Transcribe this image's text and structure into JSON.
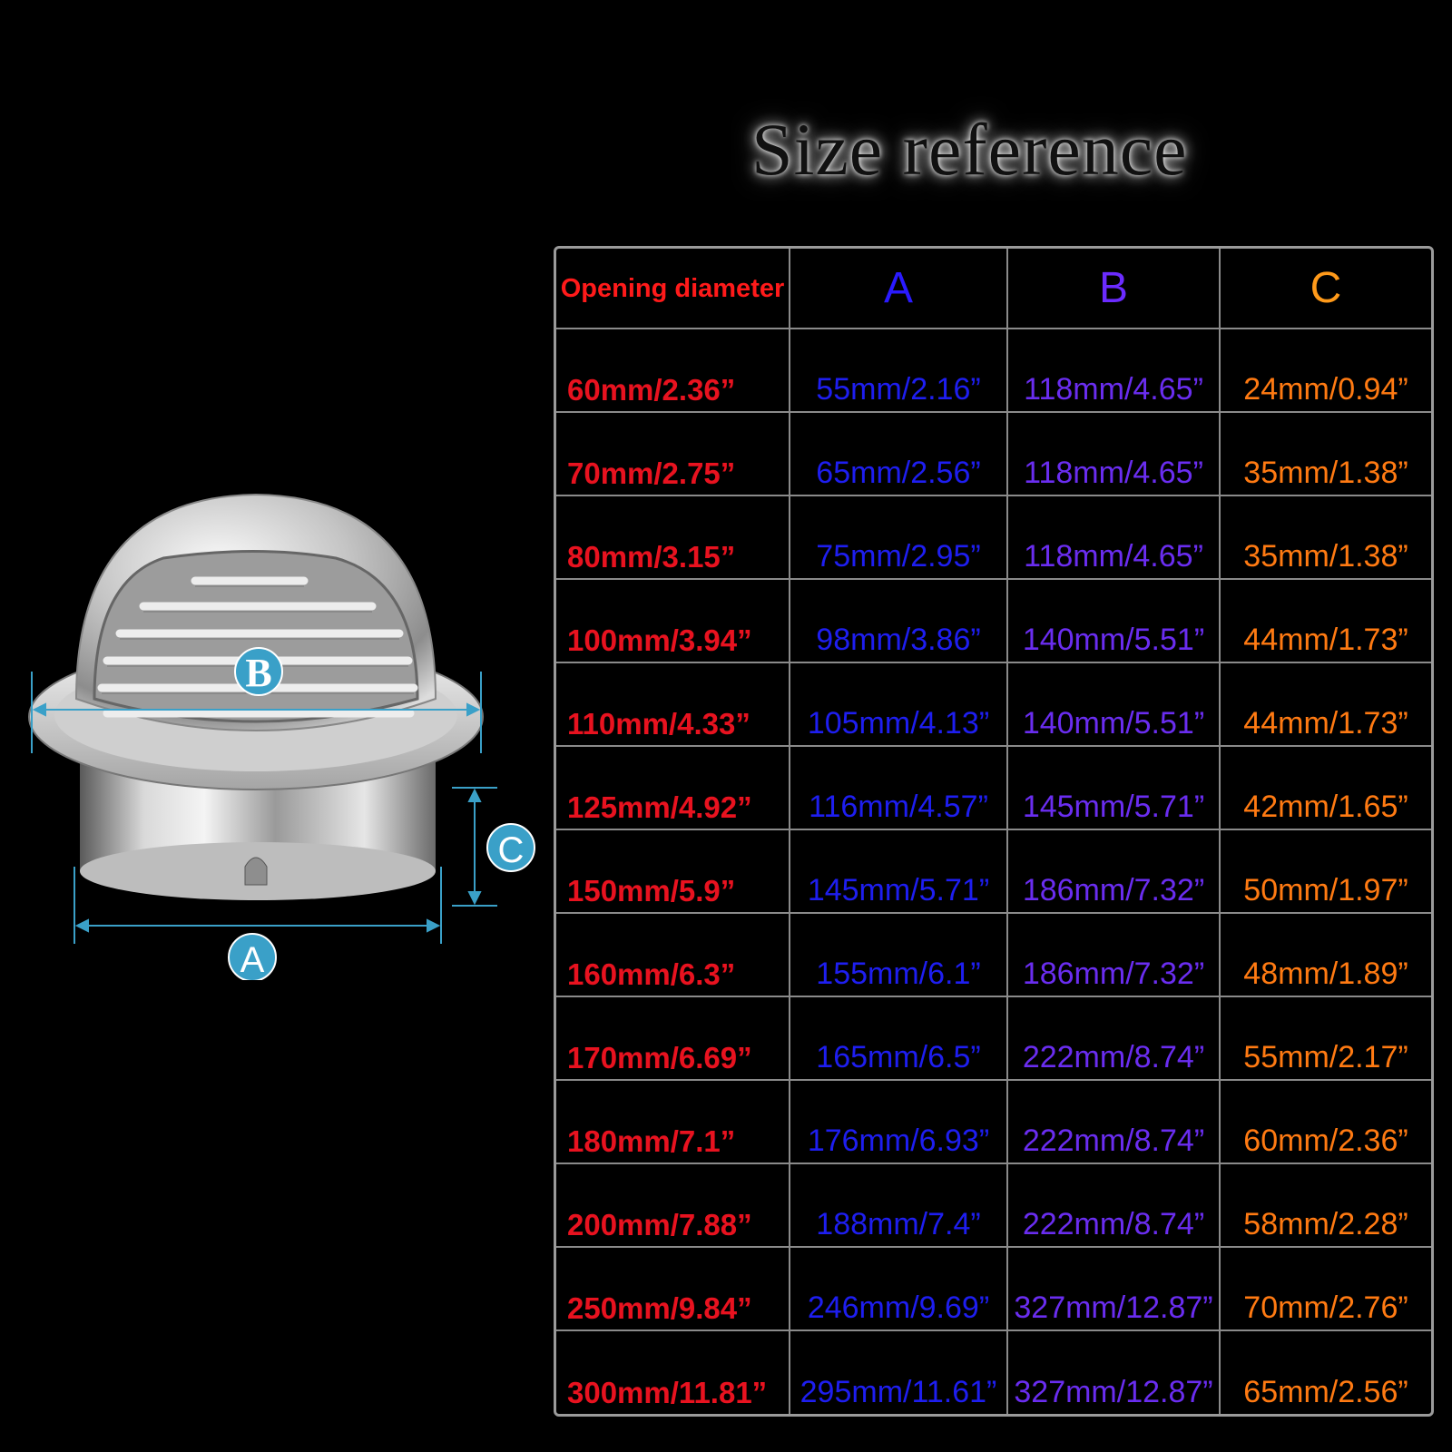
{
  "title": "Size reference",
  "table": {
    "headers": [
      "Opening diameter",
      "A",
      "B",
      "C"
    ],
    "rows": [
      [
        "60mm/2.36”",
        "55mm/2.16”",
        "118mm/4.65”",
        "24mm/0.94”"
      ],
      [
        "70mm/2.75”",
        "65mm/2.56”",
        "118mm/4.65”",
        "35mm/1.38”"
      ],
      [
        "80mm/3.15”",
        "75mm/2.95”",
        "118mm/4.65”",
        "35mm/1.38”"
      ],
      [
        "100mm/3.94”",
        "98mm/3.86”",
        "140mm/5.51”",
        "44mm/1.73”"
      ],
      [
        "110mm/4.33”",
        "105mm/4.13”",
        "140mm/5.51”",
        "44mm/1.73”"
      ],
      [
        "125mm/4.92”",
        "116mm/4.57”",
        "145mm/5.71”",
        "42mm/1.65”"
      ],
      [
        "150mm/5.9”",
        "145mm/5.71”",
        "186mm/7.32”",
        "50mm/1.97”"
      ],
      [
        "160mm/6.3”",
        "155mm/6.1”",
        "186mm/7.32”",
        "48mm/1.89”"
      ],
      [
        "170mm/6.69”",
        "165mm/6.5”",
        "222mm/8.74”",
        "55mm/2.17”"
      ],
      [
        "180mm/7.1”",
        "176mm/6.93”",
        "222mm/8.74”",
        "60mm/2.36”"
      ],
      [
        "200mm/7.88”",
        "188mm/7.4”",
        "222mm/8.74”",
        "58mm/2.28”"
      ],
      [
        "250mm/9.84”",
        "246mm/9.69”",
        "327mm/12.87”",
        "70mm/2.76”"
      ],
      [
        "300mm/11.81”",
        "295mm/11.61”",
        "327mm/12.87”",
        "65mm/2.56”"
      ]
    ]
  },
  "diagram": {
    "label_a": "A",
    "label_b": "B",
    "label_c": "C",
    "dimension_color": "#3aa0c8"
  },
  "colors": {
    "opening": "#e8121f",
    "a": "#1e1ef0",
    "b": "#6a2df0",
    "c": "#ff7a12"
  }
}
